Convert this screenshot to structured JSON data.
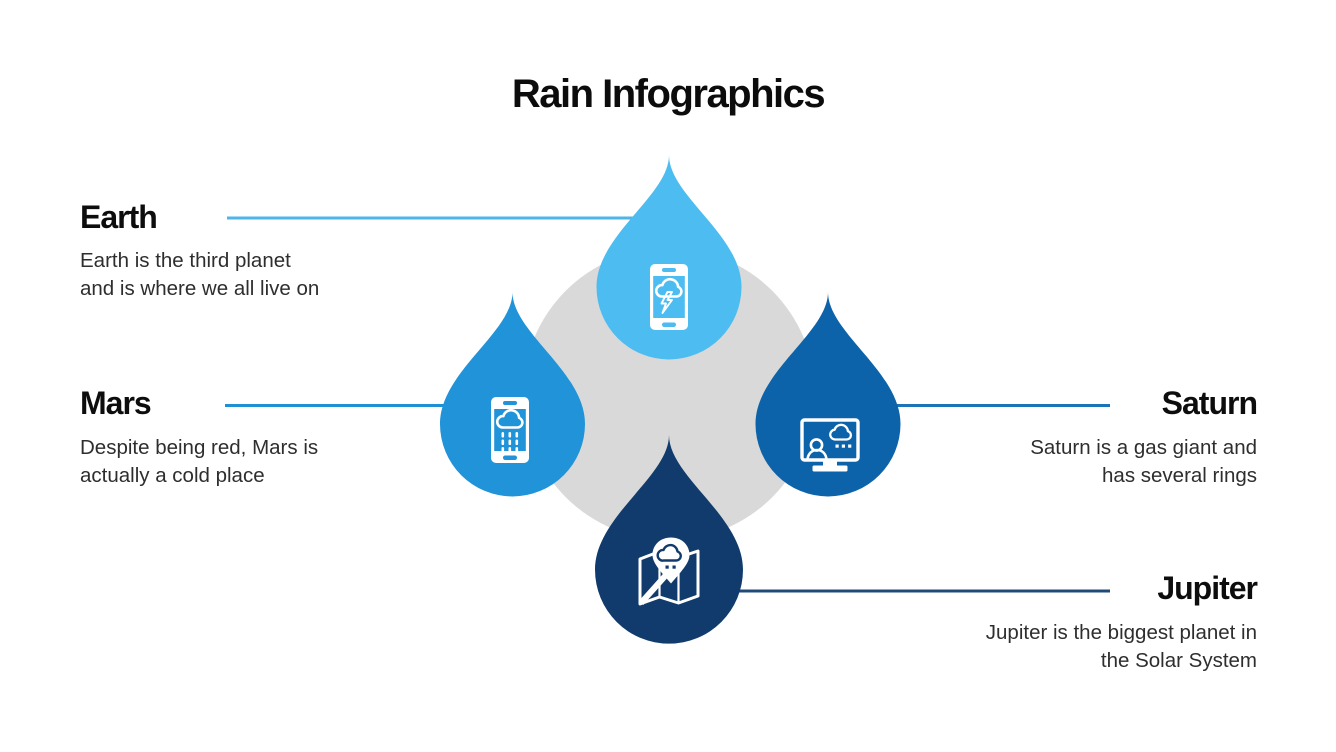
{
  "title": "Rain Infographics",
  "colors": {
    "background": "#ffffff",
    "circle": "#d9d9d9",
    "heading_text": "#0d0d0d",
    "body_text": "#2e2e2e",
    "icon": "#ffffff"
  },
  "items": [
    {
      "name": "earth",
      "label": "Earth",
      "description": "Earth is the third planet\nand is where we all live on",
      "drop_color": "#4dbcf0",
      "line_color": "#4fb5e8",
      "icon": "smartphone-storm-icon",
      "text_side": "left"
    },
    {
      "name": "mars",
      "label": "Mars",
      "description": "Despite being red, Mars is\nactually a cold place",
      "drop_color": "#2193d8",
      "line_color": "#2090d4",
      "icon": "smartphone-rain-icon",
      "text_side": "left"
    },
    {
      "name": "saturn",
      "label": "Saturn",
      "description": "Saturn is a gas giant and\nhas several rings",
      "drop_color": "#0c63a9",
      "line_color": "#1c74b8",
      "icon": "weather-news-monitor-icon",
      "text_side": "right"
    },
    {
      "name": "jupiter",
      "label": "Jupiter",
      "description": "Jupiter is the biggest planet in\nthe Solar System",
      "drop_color": "#113b6c",
      "line_color": "#204a78",
      "icon": "map-location-rain-icon",
      "text_side": "right"
    }
  ]
}
